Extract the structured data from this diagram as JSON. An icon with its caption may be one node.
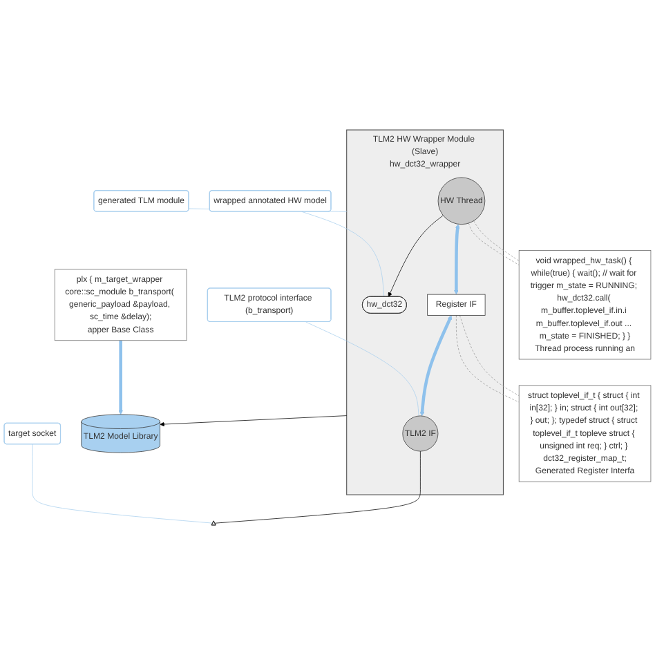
{
  "diagram": {
    "nodes": [
      {
        "text": [
          "TLM2 HW Wrapper Module (Slave)",
          "hw_dct32_wrapper"
        ]
      },
      {
        "text": [
          "hw_dct32"
        ],
        "in": 0
      },
      {
        "text": [
          "HW Thread"
        ],
        "in": 0
      },
      {
        "text": [
          "Register IF"
        ],
        "in": 0
      },
      {
        "text": [
          "TLM2 IF"
        ],
        "in": 0
      },
      {
        "text": [
          "TLM2 Model Library"
        ]
      },
      {
        "text": [
          "plx { m_target_wrapper core::sc_module b_transport( generic_payload &payload, sc_time &delay);",
          "apper Base Class"
        ]
      },
      {
        "text": [
          "void wrapped_hw_task() { while(true) { wait(); // wait for trigger m_state = RUNNING; hw_dct32.call( m_buffer.toplevel_if.in.i m_buffer.toplevel_if.out ... m_state = FINISHED; } }",
          "Thread process running an"
        ]
      },
      {
        "text": [
          "struct toplevel_if_t { struct { int in[32]; } in; struct { int out[32]; } out; }; typedef struct { struct toplevel_if_t topleve struct { unsigned int req; } ctrl; } dct32_register_map_t;",
          "Generated Register Interfa"
        ]
      },
      {
        "text": [
          "wrapped annotated HW model"
        ]
      },
      {
        "text": [
          "TLM2 protocol interface (b_transport)"
        ]
      },
      {
        "text": [
          "target socket"
        ]
      },
      {
        "text": [
          "generated TLM module"
        ]
      },
      {
        "text": [],
        "shape": "triangle"
      }
    ],
    "edges": [
      {
        "from": 0,
        "to": 5,
        "arrow": "to",
        "color": "#000000"
      },
      {
        "from": 6,
        "to": 5,
        "arrow": "to",
        "style": "thick",
        "color": "#8ec1ec"
      },
      {
        "from": 2,
        "to": 1,
        "arrow": "to",
        "color": "#000000"
      },
      {
        "from": 2,
        "to": 3,
        "arrow": "both",
        "style": "thick",
        "color": "#8ec1ec"
      },
      {
        "from": 3,
        "to": 4,
        "arrow": "both",
        "style": "thick",
        "color": "#8ec1ec"
      },
      {
        "from": 4,
        "to": 13,
        "arrow": "none",
        "color": "#000000"
      },
      {
        "from": 9,
        "to": 1,
        "arrow": "none",
        "color": "#a9cfee"
      },
      {
        "from": 10,
        "to": 4,
        "arrow": "none",
        "color": "#a9cfee"
      },
      {
        "from": 11,
        "to": 13,
        "arrow": "none",
        "color": "#a9cfee"
      },
      {
        "from": 12,
        "to": 0,
        "arrow": "none",
        "color": "#a9cfee"
      },
      {
        "from": 2,
        "to": 7,
        "arrow": "none",
        "style": "dashed",
        "color": "#999999"
      },
      {
        "from": 2,
        "to": 7,
        "arrow": "none",
        "style": "dashed",
        "color": "#999999"
      },
      {
        "from": 3,
        "to": 8,
        "arrow": "none",
        "style": "dashed",
        "color": "#999999"
      },
      {
        "from": 3,
        "to": 8,
        "arrow": "none",
        "style": "dashed",
        "color": "#999999"
      }
    ]
  }
}
